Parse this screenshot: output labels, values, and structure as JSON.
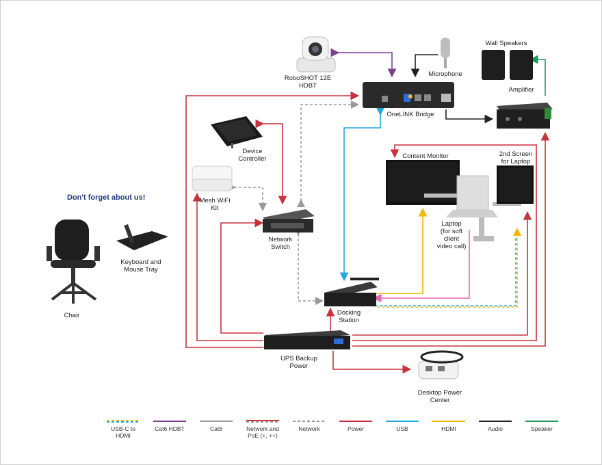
{
  "callout": "Don't forget about us!",
  "devices": {
    "roboshot": "RoboSHOT 12E\nHDBT",
    "microphone": "Microphone",
    "wall_speakers": "Wall Speakers",
    "amplifier": "Amplifier",
    "onelink": "OneLINK Bridge",
    "device_controller": "Device\nController",
    "mesh_wifi": "Mesh WiFi\nKit",
    "network_switch": "Network\nSwitch",
    "content_monitor": "Content Monitor",
    "second_screen": "2nd Screen\nfor Laptop",
    "laptop": "Laptop\n(for soft\nclient\nvideo call)",
    "docking_station": "Docking\nStation",
    "ups": "UPS Backup\nPower",
    "desktop_power": "Desktop Power\nCenter",
    "chair": "Chair",
    "keyboard_tray": "Keyboard and\nMouse Tray"
  },
  "legend": [
    {
      "label": "USB-C to\nHDMI",
      "color": "#f5b800",
      "color2": "#22a7e0",
      "style": "dashed-dual"
    },
    {
      "label": "Cat6 HDBT",
      "color": "#7b3f8e",
      "style": "solid"
    },
    {
      "label": "Cat6",
      "color": "#999999",
      "style": "solid"
    },
    {
      "label": "Network and\nPoE (+, ++)",
      "color": "#c8323c",
      "color2": "#999999",
      "style": "dual"
    },
    {
      "label": "Network",
      "color": "#999999",
      "style": "dashed"
    },
    {
      "label": "Power",
      "color": "#c8323c",
      "style": "solid"
    },
    {
      "label": "USB",
      "color": "#22a7e0",
      "style": "solid"
    },
    {
      "label": "HDMI",
      "color": "#f5b800",
      "style": "solid"
    },
    {
      "label": "Audio",
      "color": "#222222",
      "style": "solid"
    },
    {
      "label": "Speaker",
      "color": "#1a9a5c",
      "style": "solid"
    }
  ]
}
